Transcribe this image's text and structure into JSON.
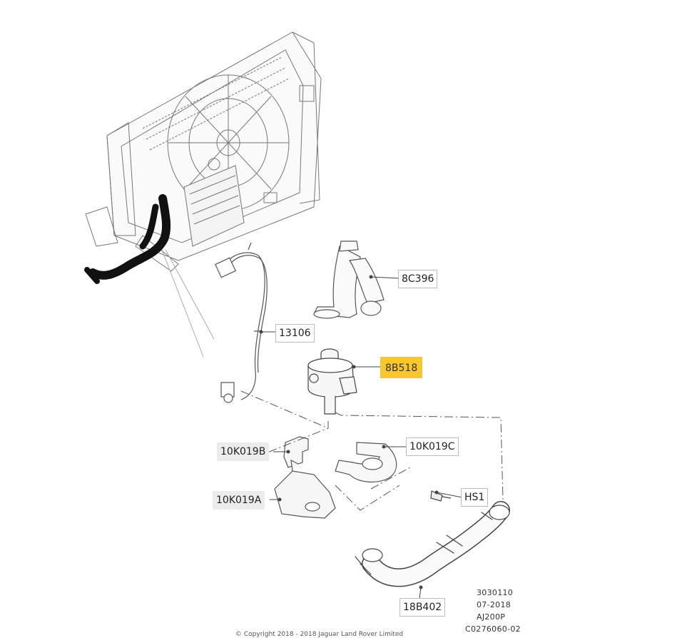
{
  "callouts": {
    "c8C396": "8C396",
    "c13106": "13106",
    "c8B518": "8B518",
    "c10K019B": "10K019B",
    "c10K019C": "10K019C",
    "c10K019A": "10K019A",
    "cHS1": "HS1",
    "c18B402": "18B402"
  },
  "meta": {
    "line1": "3030110",
    "line2": "07-2018",
    "line3": "AJ200P",
    "line4": "C0276060-02"
  },
  "copyright": "© Copyright 2018 - 2018 Jaguar Land Rover Limited",
  "colors": {
    "highlight": "#f7c72c",
    "shaded_label": "#ececec",
    "line": "#555555"
  }
}
